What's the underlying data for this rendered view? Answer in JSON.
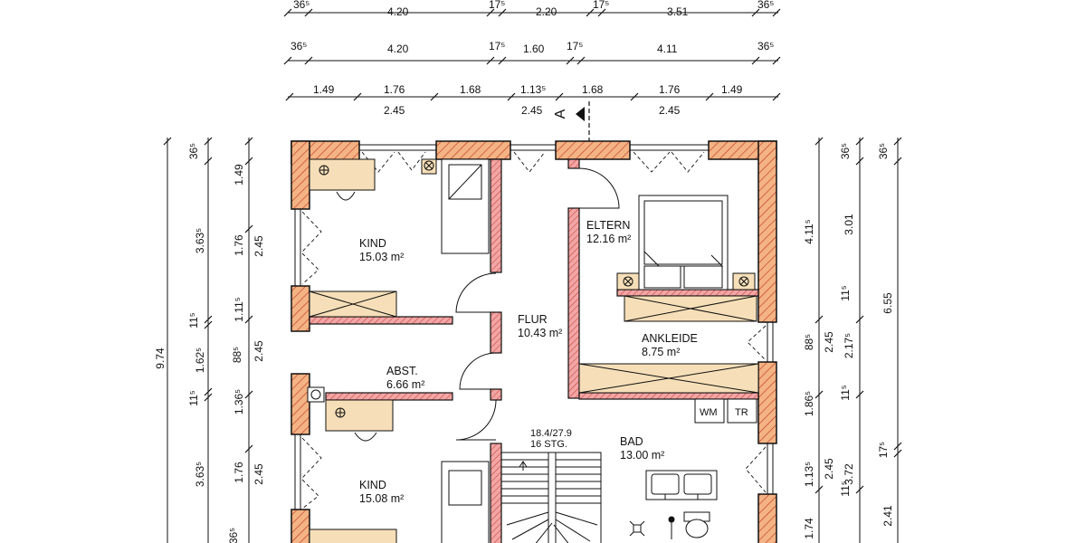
{
  "dimensions": {
    "row1": [
      "36⁵",
      "4.20",
      "17⁵",
      "2.20",
      "17⁵",
      "3.51",
      "36⁵"
    ],
    "row2": [
      "36⁵",
      "4.20",
      "17⁵",
      "1.60",
      "17⁵",
      "4.11",
      "36⁵"
    ],
    "row3_top": [
      "1.49",
      "1.76",
      "1.68",
      "1.13⁵",
      "1.68",
      "1.76",
      "1.49"
    ],
    "row3_bottom": [
      "2.45",
      "2.45",
      "2.45"
    ],
    "left_outer": "9.74",
    "left_col2": [
      "36⁵",
      "3.63⁵",
      "11⁵",
      "1.62⁵",
      "11⁵",
      "3.63⁵",
      "36⁵"
    ],
    "left_col3": [
      "1.49",
      "1.76",
      "1.11⁵",
      "88⁵",
      "1.36⁵",
      "1.76"
    ],
    "left_col4": [
      "2.45",
      "2.45",
      "2.45"
    ],
    "right_col1": [
      "4.11⁵",
      "11⁵",
      "88⁵",
      "1.86⁵",
      "1.13⁵",
      "1.74"
    ],
    "right_col2": [
      "2.45",
      "2.45"
    ],
    "right_col3": [
      "36⁵",
      "3.01",
      "11⁵",
      "2.17⁵",
      "11⁵",
      "3.72"
    ],
    "right_col4": [
      "36⁵",
      "6.55",
      "17⁵",
      "2.41"
    ]
  },
  "section_marker": "A",
  "rooms": [
    {
      "name": "KIND",
      "area": "15.03 m²"
    },
    {
      "name": "ELTERN",
      "area": "12.16 m²"
    },
    {
      "name": "FLUR",
      "area": "10.43 m²"
    },
    {
      "name": "ANKLEIDE",
      "area": "8.75 m²"
    },
    {
      "name": "ABST.",
      "area": "6.66 m²"
    },
    {
      "name": "BAD",
      "area": "13.00 m²"
    },
    {
      "name": "KIND",
      "area": "15.08 m²"
    }
  ],
  "stairs": {
    "line1": "18.4/27.9",
    "line2": "16 STG."
  },
  "appliances": {
    "washer": "WM",
    "dryer": "TR"
  },
  "colors": {
    "wall_fill": "#f4b383",
    "hatch": "#c0392b",
    "inner_wall": "#f2a5a5",
    "furniture": "#f6dfb8",
    "line": "#111111"
  }
}
